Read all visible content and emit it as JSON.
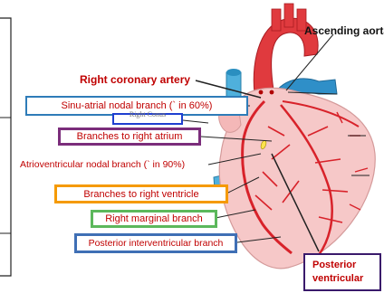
{
  "labels": {
    "ascending_aorta": "Ascending aorta",
    "right_coronary_artery": "Right coronary artery",
    "sinu_atrial": "Sinu-atrial nodal branch (` in 60%)",
    "right_conus": "Right Conus",
    "branches_right_atrium": "Branches to right atrium",
    "av_nodal": "Atrioventricular nodal branch (` in 90%)",
    "branches_right_ventricle": "Branches to right ventricle",
    "right_marginal": "Right marginal branch",
    "posterior_interventricular": "Posterior interventricular branch",
    "posterior_ventricular": "Posterior ventricular"
  },
  "colors": {
    "red_label": "#c00000",
    "navy_label": "#3a1a6b",
    "sinu_box": "#2e7cb8",
    "conus_box": "#1f3fd0",
    "atrium_box": "#7b2d7b",
    "ventricle_box": "#f59a00",
    "marginal_box": "#5cb85c",
    "pi_box": "#3f6fb5",
    "heart_fill": "#f6c8c8",
    "artery": "#d8222a",
    "vein": "#3aa0d0"
  }
}
